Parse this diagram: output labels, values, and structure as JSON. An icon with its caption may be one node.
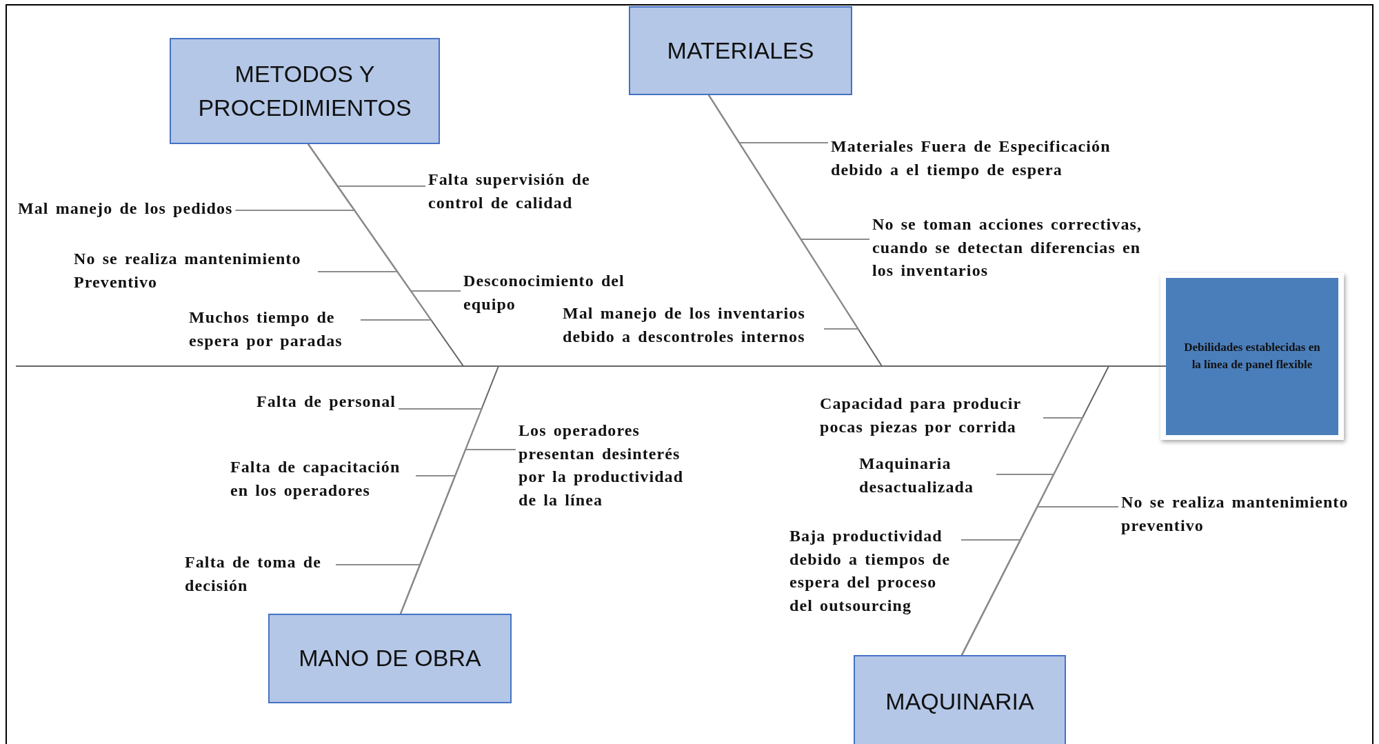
{
  "diagram": {
    "nodes": [
      {
        "text": [
          "METODOS Y PROCEDIMIENTOS"
        ]
      },
      {
        "text": [
          "MATERIALES"
        ]
      },
      {
        "text": [
          "Debilidades establecidas en la línea de panel flexible"
        ]
      },
      {
        "text": [
          "MANO DE OBRA"
        ]
      },
      {
        "text": [
          "MAQUINARIA"
        ]
      },
      {
        "text": [
          "Falta supervisión de control de calidad"
        ]
      },
      {
        "text": [
          "Mal manejo de los pedidos"
        ]
      },
      {
        "text": [
          "No se realiza mantenimiento Preventivo"
        ]
      },
      {
        "text": [
          "Desconocimiento del equipo"
        ]
      },
      {
        "text": [
          "Muchos tiempo de espera por paradas"
        ]
      },
      {
        "text": [
          "Materiales Fuera de Especificación debido a el tiempo de espera"
        ]
      },
      {
        "text": [
          "No se toman acciones correctivas, cuando se detectan diferencias en los inventarios"
        ]
      },
      {
        "text": [
          "Mal manejo de los inventarios debido a descontroles internos"
        ]
      },
      {
        "text": [
          "Falta de personal"
        ]
      },
      {
        "text": [
          "Los operadores presentan desinterés por la productividad de la línea"
        ]
      },
      {
        "text": [
          "Falta de capacitación en los operadores"
        ]
      },
      {
        "text": [
          "Falta de toma de decisión"
        ]
      },
      {
        "text": [
          "Capacidad para producir pocas piezas por corrida"
        ]
      },
      {
        "text": [
          "Maquinaria desactualizada"
        ]
      },
      {
        "text": [
          "No se realiza mantenimiento preventivo"
        ]
      },
      {
        "text": [
          "Baja productividad debido a tiempos de espera del proceso del outsourcing"
        ]
      }
    ],
    "edges": [
      {
        "from": 0,
        "to": 2,
        "arrow": "none"
      },
      {
        "from": 1,
        "to": 2,
        "arrow": "none"
      },
      {
        "from": 3,
        "to": 2,
        "arrow": "none"
      },
      {
        "from": 4,
        "to": 2,
        "arrow": "none"
      },
      {
        "from": 5,
        "to": 0,
        "arrow": "none"
      },
      {
        "from": 6,
        "to": 0,
        "arrow": "none"
      },
      {
        "from": 7,
        "to": 0,
        "arrow": "none"
      },
      {
        "from": 8,
        "to": 0,
        "arrow": "none"
      },
      {
        "from": 9,
        "to": 0,
        "arrow": "none"
      },
      {
        "from": 10,
        "to": 1,
        "arrow": "none"
      },
      {
        "from": 11,
        "to": 1,
        "arrow": "none"
      },
      {
        "from": 12,
        "to": 1,
        "arrow": "none"
      },
      {
        "from": 13,
        "to": 3,
        "arrow": "none"
      },
      {
        "from": 14,
        "to": 3,
        "arrow": "none"
      },
      {
        "from": 15,
        "to": 3,
        "arrow": "none"
      },
      {
        "from": 16,
        "to": 3,
        "arrow": "none"
      },
      {
        "from": 17,
        "to": 4,
        "arrow": "none"
      },
      {
        "from": 18,
        "to": 4,
        "arrow": "none"
      },
      {
        "from": 19,
        "to": 4,
        "arrow": "none"
      },
      {
        "from": 20,
        "to": 4,
        "arrow": "none"
      }
    ]
  }
}
